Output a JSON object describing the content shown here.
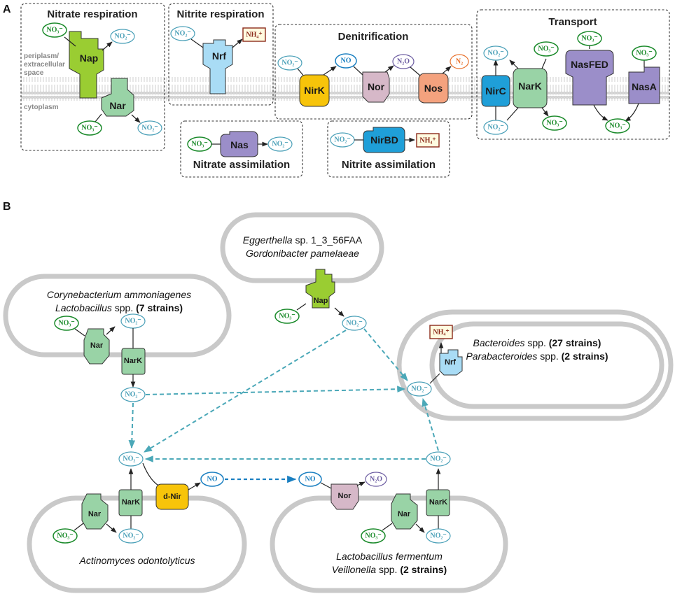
{
  "panels": {
    "a": "A",
    "b": "B"
  },
  "membrane": {
    "periplasm": [
      "periplasm/",
      "extracellular",
      "space"
    ],
    "cytoplasm": "cytoplasm"
  },
  "boxes": {
    "nitrate_respiration": "Nitrate respiration",
    "nitrite_respiration": "Nitrite respiration",
    "denitrification": "Denitrification",
    "transport": "Transport",
    "nitrate_assimilation": "Nitrate assimilation",
    "nitrite_assimilation": "Nitrite assimilation"
  },
  "enzymes": {
    "nap": "Nap",
    "nar": "Nar",
    "nrf": "Nrf",
    "nirk": "NirK",
    "nor": "Nor",
    "nos": "Nos",
    "nirc": "NirC",
    "nark": "NarK",
    "nasfed": "NasFED",
    "nasa": "NasA",
    "nas": "Nas",
    "nirbd": "NirBD",
    "dnir": "d-Nir"
  },
  "molecules": {
    "no3": "NO₃⁻",
    "no2": "NO₂⁻",
    "nh4": "NH₄⁺",
    "no": "NO",
    "n2o": "N₂O",
    "n2": "N₂"
  },
  "organisms": {
    "eggerthella": {
      "genus": "Eggerthella",
      "rest": " sp. 1_3_56FAA"
    },
    "gordonibacter": {
      "genus": "Gordonibacter pamelaeae",
      "rest": ""
    },
    "corynebacterium": {
      "genus": "Corynebacterium ammoniagenes",
      "rest": ""
    },
    "lactobacillus": {
      "genus": "Lactobacillus",
      "rest": " spp. ",
      "strains": "(7 strains)"
    },
    "bacteroides": {
      "genus": "Bacteroides",
      "rest": " spp. ",
      "strains": "(27 strains)"
    },
    "parabacteroides": {
      "genus": "Parabacteroides",
      "rest": " spp. ",
      "strains": "(2 strains)"
    },
    "actinomyces": {
      "genus": "Actinomyces odontolyticus"
    },
    "lactobacillus_fermentum": {
      "genus": "Lactobacillus fermentum"
    },
    "veillonella": {
      "genus": "Veillonella",
      "rest": " spp. ",
      "strains": "(2 strains)"
    }
  },
  "colors": {
    "nap": "#9acd32",
    "nar": "#99d3a6",
    "nrf": "#a9dcf5",
    "nirk": "#f7c40a",
    "nor": "#d6b8c8",
    "nos": "#f4a27e",
    "nirc": "#1f9fd8",
    "nark": "#99d3a6",
    "nas_purple": "#9b8ec9",
    "nirbd": "#1f9fd8",
    "no3_green": "#1a8a2a",
    "no2_teal": "#4aa0b8",
    "no_blue": "#1a7fc1",
    "n2o_purple": "#6a5aa0",
    "n2_orange": "#e8702a",
    "nh4_brown": "#8b2a1a",
    "cell_grey": "#c9c9c9"
  }
}
